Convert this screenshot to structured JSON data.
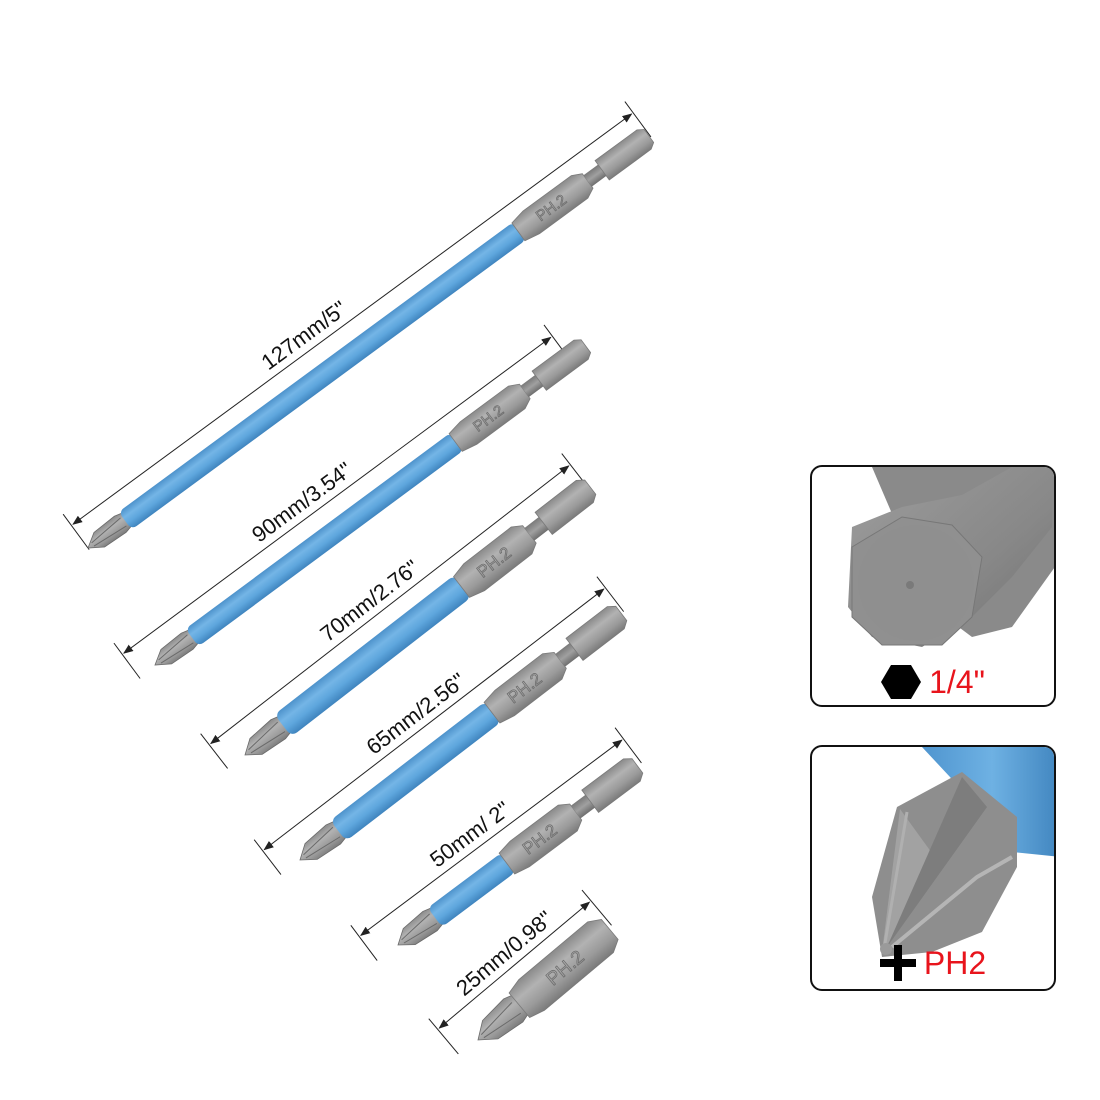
{
  "colors": {
    "background": "#ffffff",
    "sleeve_blue": "#5ea6dd",
    "sleeve_blue_dark": "#4a8fc6",
    "steel": "#9a9a9a",
    "steel_dark": "#7c7c7c",
    "caption_red": "#e8141c",
    "panel_border": "#111111"
  },
  "bits": [
    {
      "length_label": "127mm/5\"",
      "engraving": "PH.2",
      "has_sleeve": true
    },
    {
      "length_label": "90mm/3.54\"",
      "engraving": "PH.2",
      "has_sleeve": true
    },
    {
      "length_label": "70mm/2.76\"",
      "engraving": "PH.2",
      "has_sleeve": true
    },
    {
      "length_label": "65mm/2.56\"",
      "engraving": "PH.2",
      "has_sleeve": true
    },
    {
      "length_label": "50mm/ 2\"",
      "engraving": "PH.2",
      "has_sleeve": true
    },
    {
      "length_label": "25mm/0.98\"",
      "engraving": "PH.2",
      "has_sleeve": false
    }
  ],
  "detail_panels": {
    "shank": {
      "icon": "hexagon-icon",
      "caption": "1/4\""
    },
    "tip": {
      "icon": "phillips-cross-icon",
      "caption": "PH2"
    }
  }
}
